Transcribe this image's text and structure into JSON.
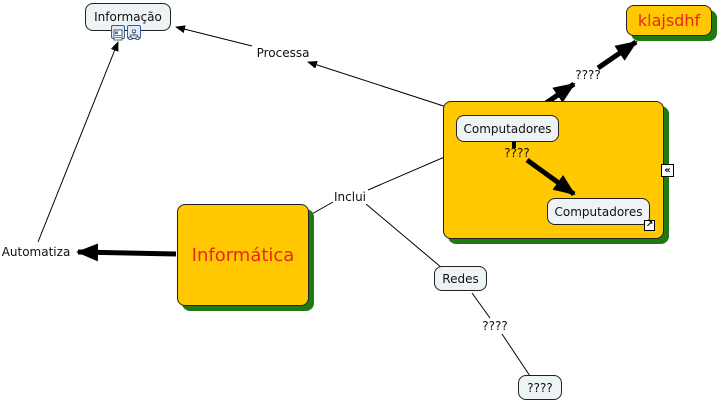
{
  "concepts": {
    "informacao": "Informação",
    "klajsdhf": "klajsdhf",
    "computadores_top": "Computadores",
    "computadores_bottom": "Computadores",
    "informatica": "Informática",
    "redes": "Redes",
    "unknown": "????"
  },
  "linking_phrases": {
    "processa": "Processa",
    "inclui": "Inclui",
    "automatiza": "Automatiza",
    "q_to_klajsdhf": "????",
    "q_between_computadores": "????",
    "q_redes": "????"
  },
  "icons": {
    "informacao_resources": [
      "document-icon",
      "concept-map-icon"
    ],
    "collapse_group": "double-chevron-left-icon",
    "shortcut": "shortcut-arrow-icon"
  },
  "colors": {
    "concept_fill": "#eef3f6",
    "group_fill": "#ffc800",
    "shadow": "#1f7a12",
    "highlight_text": "#e8261a"
  }
}
